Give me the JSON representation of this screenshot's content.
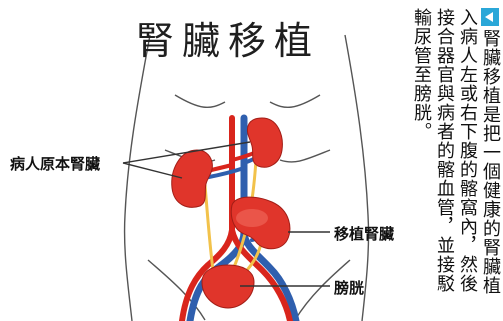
{
  "title": "腎臟移植",
  "labels": {
    "original_kidney": "病人原本腎臟",
    "transplanted_kidney": "移植腎臟",
    "bladder": "膀胱"
  },
  "description_columns": [
    "腎臟移植是把一個健康的腎臟植",
    "入病人左或右下腹的髂窩內，然後",
    "接合器官與病者的髂血管，並接駁",
    "輸尿管至膀胱。"
  ],
  "colors": {
    "kidney": "#e0352b",
    "artery": "#d9251c",
    "vein": "#2f5fae",
    "ureter": "#f2c24b",
    "marker": "#2aa7d8"
  }
}
